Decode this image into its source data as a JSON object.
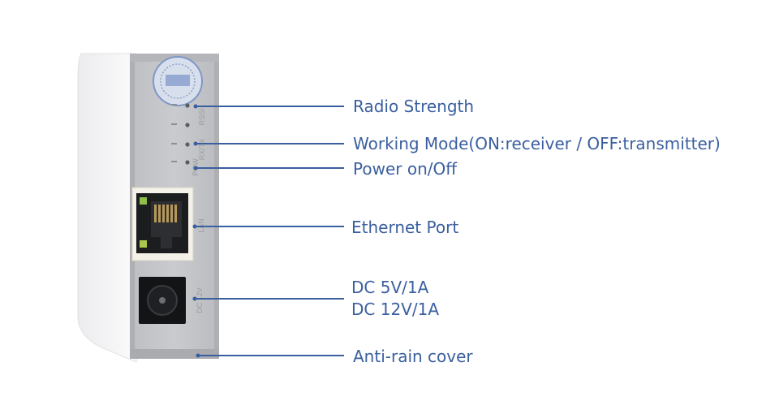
{
  "colors": {
    "accent": "#3a5fa0",
    "panel": "#c7c9cd",
    "housing": "#f2f3f4"
  },
  "device": {
    "led_labels": {
      "rssi": "RSSI",
      "mode": "RX/TX",
      "power": "POW"
    },
    "port_labels": {
      "ethernet": "LAN",
      "dc": "DC 12V"
    }
  },
  "callouts": {
    "radio_strength": "Radio Strength",
    "working_mode": "Working Mode(ON:receiver / OFF:transmitter)",
    "power": "Power on/Off",
    "ethernet": "Ethernet Port",
    "dc_line1": "DC 5V/1A",
    "dc_line2": "DC 12V/1A",
    "anti_rain": "Anti-rain cover"
  }
}
